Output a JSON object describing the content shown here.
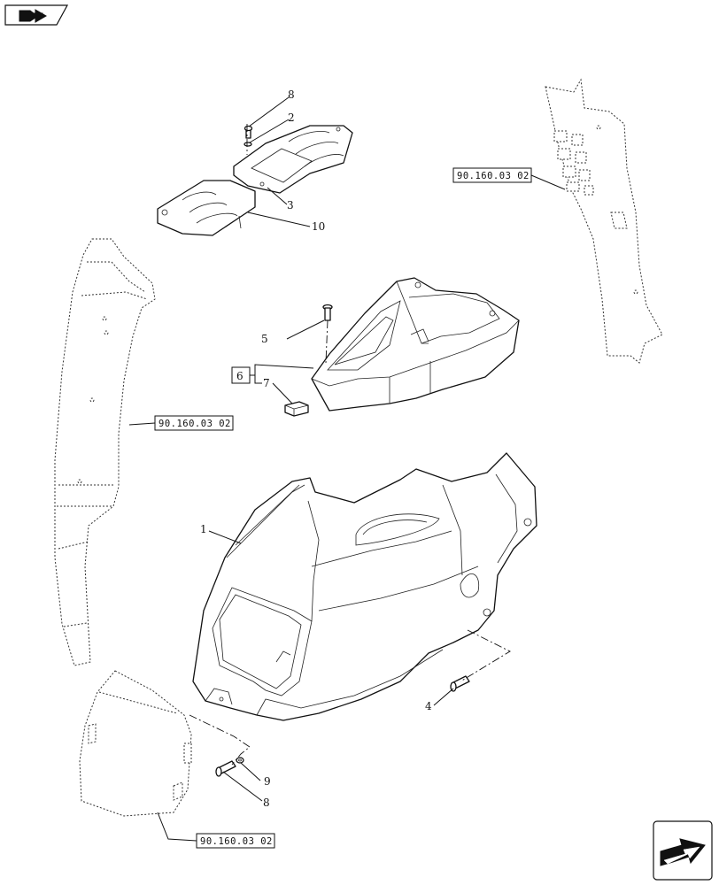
{
  "callouts": {
    "c1": "1",
    "c2": "2",
    "c3": "3",
    "c4": "4",
    "c5": "5",
    "c6": "6",
    "c7": "7",
    "c8_top": "8",
    "c8_bottom": "8",
    "c9": "9",
    "c10": "10"
  },
  "refs": {
    "ref_right": "90.160.03 02",
    "ref_left": "90.160.03 02",
    "ref_bottom": "90.160.03 02"
  },
  "icons": {
    "top_left": "book-navigation-icon",
    "bottom_right": "next-page-arrow-icon"
  }
}
